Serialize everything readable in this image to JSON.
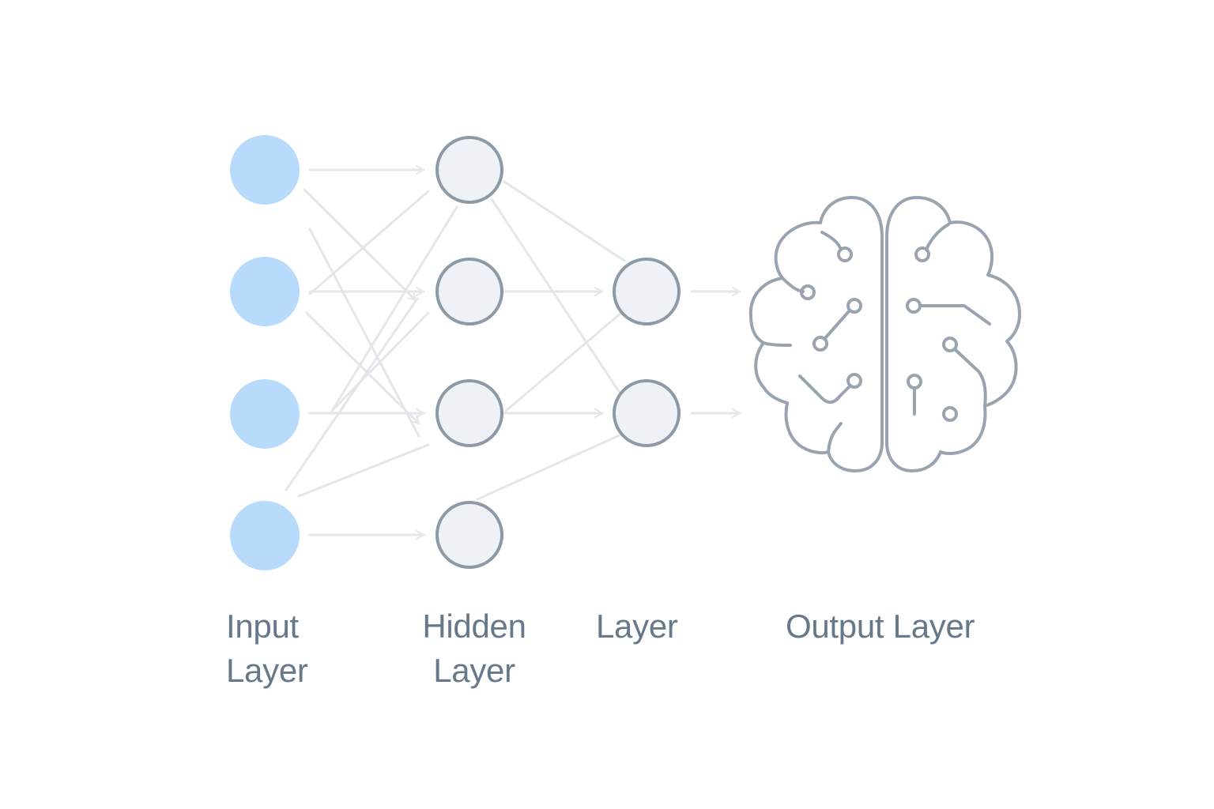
{
  "labels": {
    "input": [
      "Input",
      "Layer"
    ],
    "hidden": [
      "Hidden",
      "Layer"
    ],
    "layer": "Layer",
    "output": "Output Layer"
  },
  "icons": {
    "brain": "brain-circuit-icon"
  },
  "colors": {
    "input_fill": "#b8dafb",
    "node_fill": "#eef1f5",
    "node_stroke": "#8e99a6",
    "edge": "#e3e6ea",
    "brain_stroke": "#9aa4b0",
    "label": "#66788a"
  }
}
